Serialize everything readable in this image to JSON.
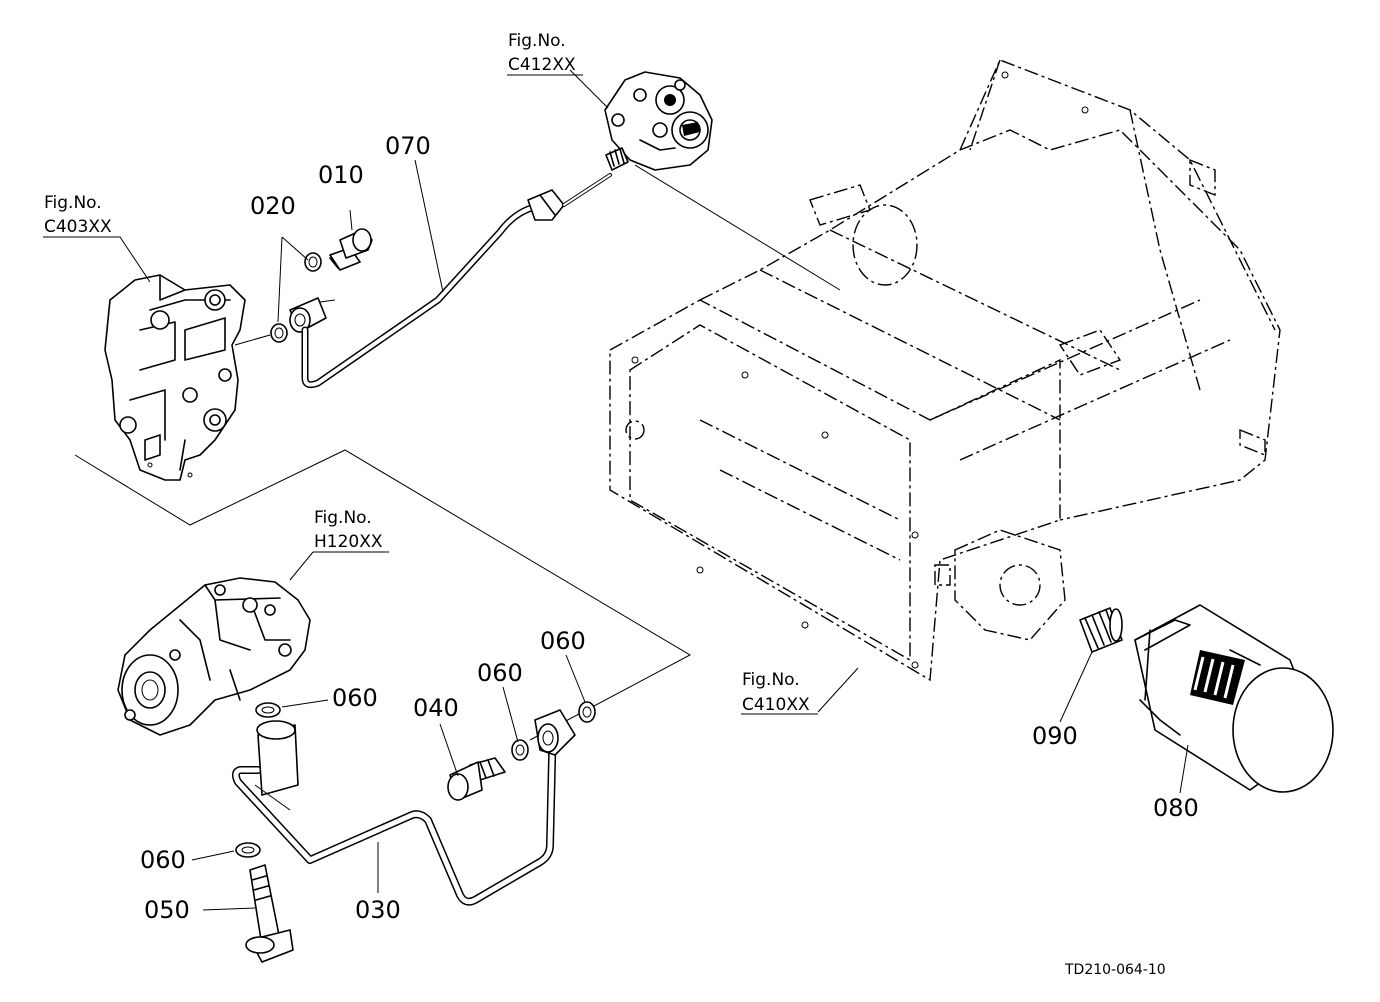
{
  "figures": {
    "c412": {
      "label": "Fig.No.",
      "code": "C412XX"
    },
    "c403": {
      "label": "Fig.No.",
      "code": "C403XX"
    },
    "h120": {
      "label": "Fig.No.",
      "code": "H120XX"
    },
    "c410": {
      "label": "Fig.No.",
      "code": "C410XX"
    }
  },
  "parts": {
    "p010": "010",
    "p020": "020",
    "p070": "070",
    "p030": "030",
    "p040": "040",
    "p050": "050",
    "p060a": "060",
    "p060b": "060",
    "p060c": "060",
    "p060d": "060",
    "p080": "080",
    "p090": "090"
  },
  "drawing_code": "TD210-064-10"
}
